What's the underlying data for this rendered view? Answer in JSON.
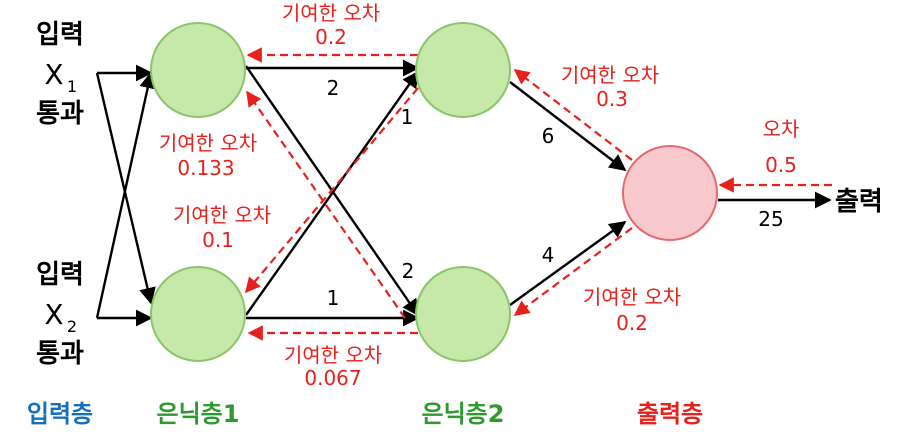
{
  "colors": {
    "hidden_fill": "#c6e8a8",
    "hidden_stroke": "#8cc46b",
    "output_fill": "#f8c9cc",
    "output_stroke": "#e26a72",
    "error_red": "#e8201c",
    "layer_input": "#1670b8",
    "layer_hidden": "#2e9a2e",
    "layer_output": "#e8201c",
    "black": "#000000"
  },
  "inputs": {
    "x1": {
      "top": "입력",
      "var": "X",
      "sub": "1",
      "bottom": "통과"
    },
    "x2": {
      "top": "입력",
      "var": "X",
      "sub": "2",
      "bottom": "통과"
    }
  },
  "weights": {
    "h1a_h2a": "2",
    "h1b_h2a": "1",
    "h1a_h2b": "2",
    "h1b_h2b": "1",
    "h2a_out": "6",
    "h2b_out": "4",
    "out_final": "25"
  },
  "errors": {
    "h2a_h1a": {
      "text": "기여한 오차",
      "value": "0.2"
    },
    "out_h2a": {
      "text": "기여한 오차",
      "value": "0.3"
    },
    "into_h1a": {
      "text": "기여한 오차",
      "value": "0.133"
    },
    "into_h1b": {
      "text": "기여한 오차",
      "value": "0.1"
    },
    "h2b_h1b": {
      "text": "기여한 오차",
      "value": "0.067"
    },
    "out_h2b": {
      "text": "기여한 오차",
      "value": "0.2"
    },
    "output": {
      "text": "오차",
      "value": "0.5"
    }
  },
  "output_label": "출력",
  "layers": {
    "input": "입력층",
    "hidden1": "은닉층1",
    "hidden2": "은닉층2",
    "output": "출력층"
  }
}
